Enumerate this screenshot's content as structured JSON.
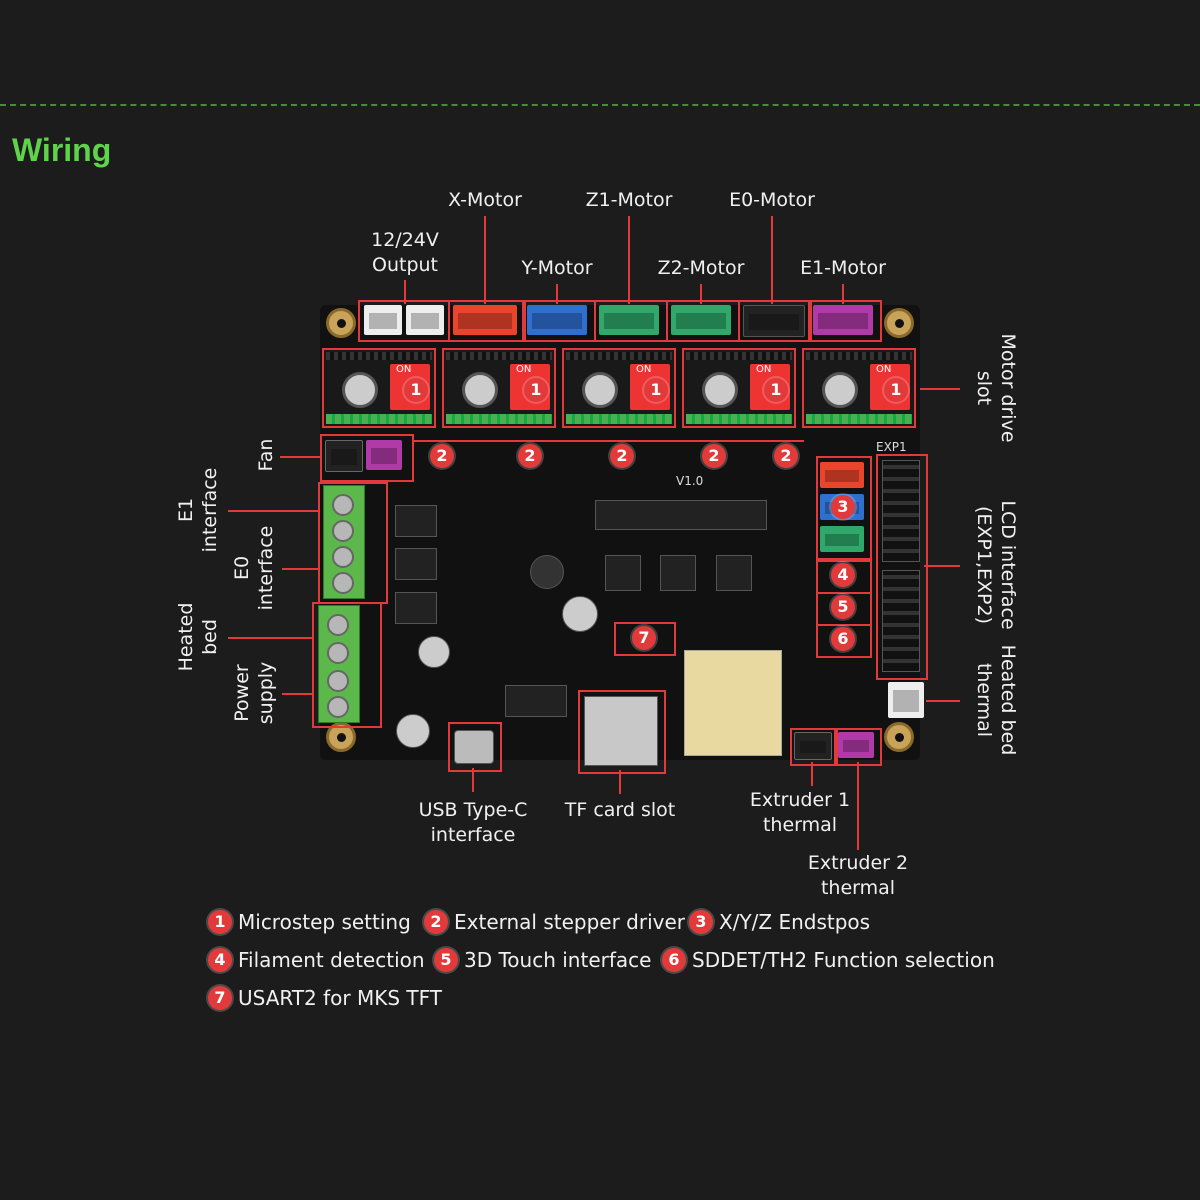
{
  "title": "Wiring",
  "top_labels": {
    "output": [
      "12/24V",
      "Output"
    ],
    "x_motor": "X-Motor",
    "y_motor": "Y-Motor",
    "z1_motor": "Z1-Motor",
    "z2_motor": "Z2-Motor",
    "e0_motor": "E0-Motor",
    "e1_motor": "E1-Motor"
  },
  "right_labels": {
    "motor_drive": [
      "Motor drive",
      "slot"
    ],
    "lcd": [
      "LCD interface",
      "(EXP1,EXP2)"
    ],
    "heated_bed_thermal": [
      "Heated bed",
      "thermal"
    ]
  },
  "left_labels": {
    "fan": "Fan",
    "e1": [
      "E1",
      "interface"
    ],
    "e0": [
      "E0",
      "interface"
    ],
    "heated_bed": [
      "Heated",
      "bed"
    ],
    "power": [
      "Power",
      "supply"
    ]
  },
  "bottom_labels": {
    "usb": [
      "USB Type-C",
      "interface"
    ],
    "tf": "TF card slot",
    "ext1": [
      "Extruder 1",
      "thermal"
    ],
    "ext2": [
      "Extruder 2",
      "thermal"
    ]
  },
  "board": {
    "version": "V1.0",
    "exp1": "EXP1",
    "switch_on": "ON"
  },
  "badges": [
    "1",
    "2",
    "3",
    "4",
    "5",
    "6",
    "7"
  ],
  "legend": [
    {
      "num": "1",
      "text": "Microstep setting"
    },
    {
      "num": "2",
      "text": "External stepper driver"
    },
    {
      "num": "3",
      "text": "X/Y/Z Endstpos"
    },
    {
      "num": "4",
      "text": "Filament detection"
    },
    {
      "num": "5",
      "text": "3D Touch interface"
    },
    {
      "num": "6",
      "text": "SDDET/TH2 Function selection"
    },
    {
      "num": "7",
      "text": "USART2 for MKS TFT"
    }
  ],
  "colors": {
    "accent": "#5fd34a",
    "callout": "#e23a3a"
  }
}
